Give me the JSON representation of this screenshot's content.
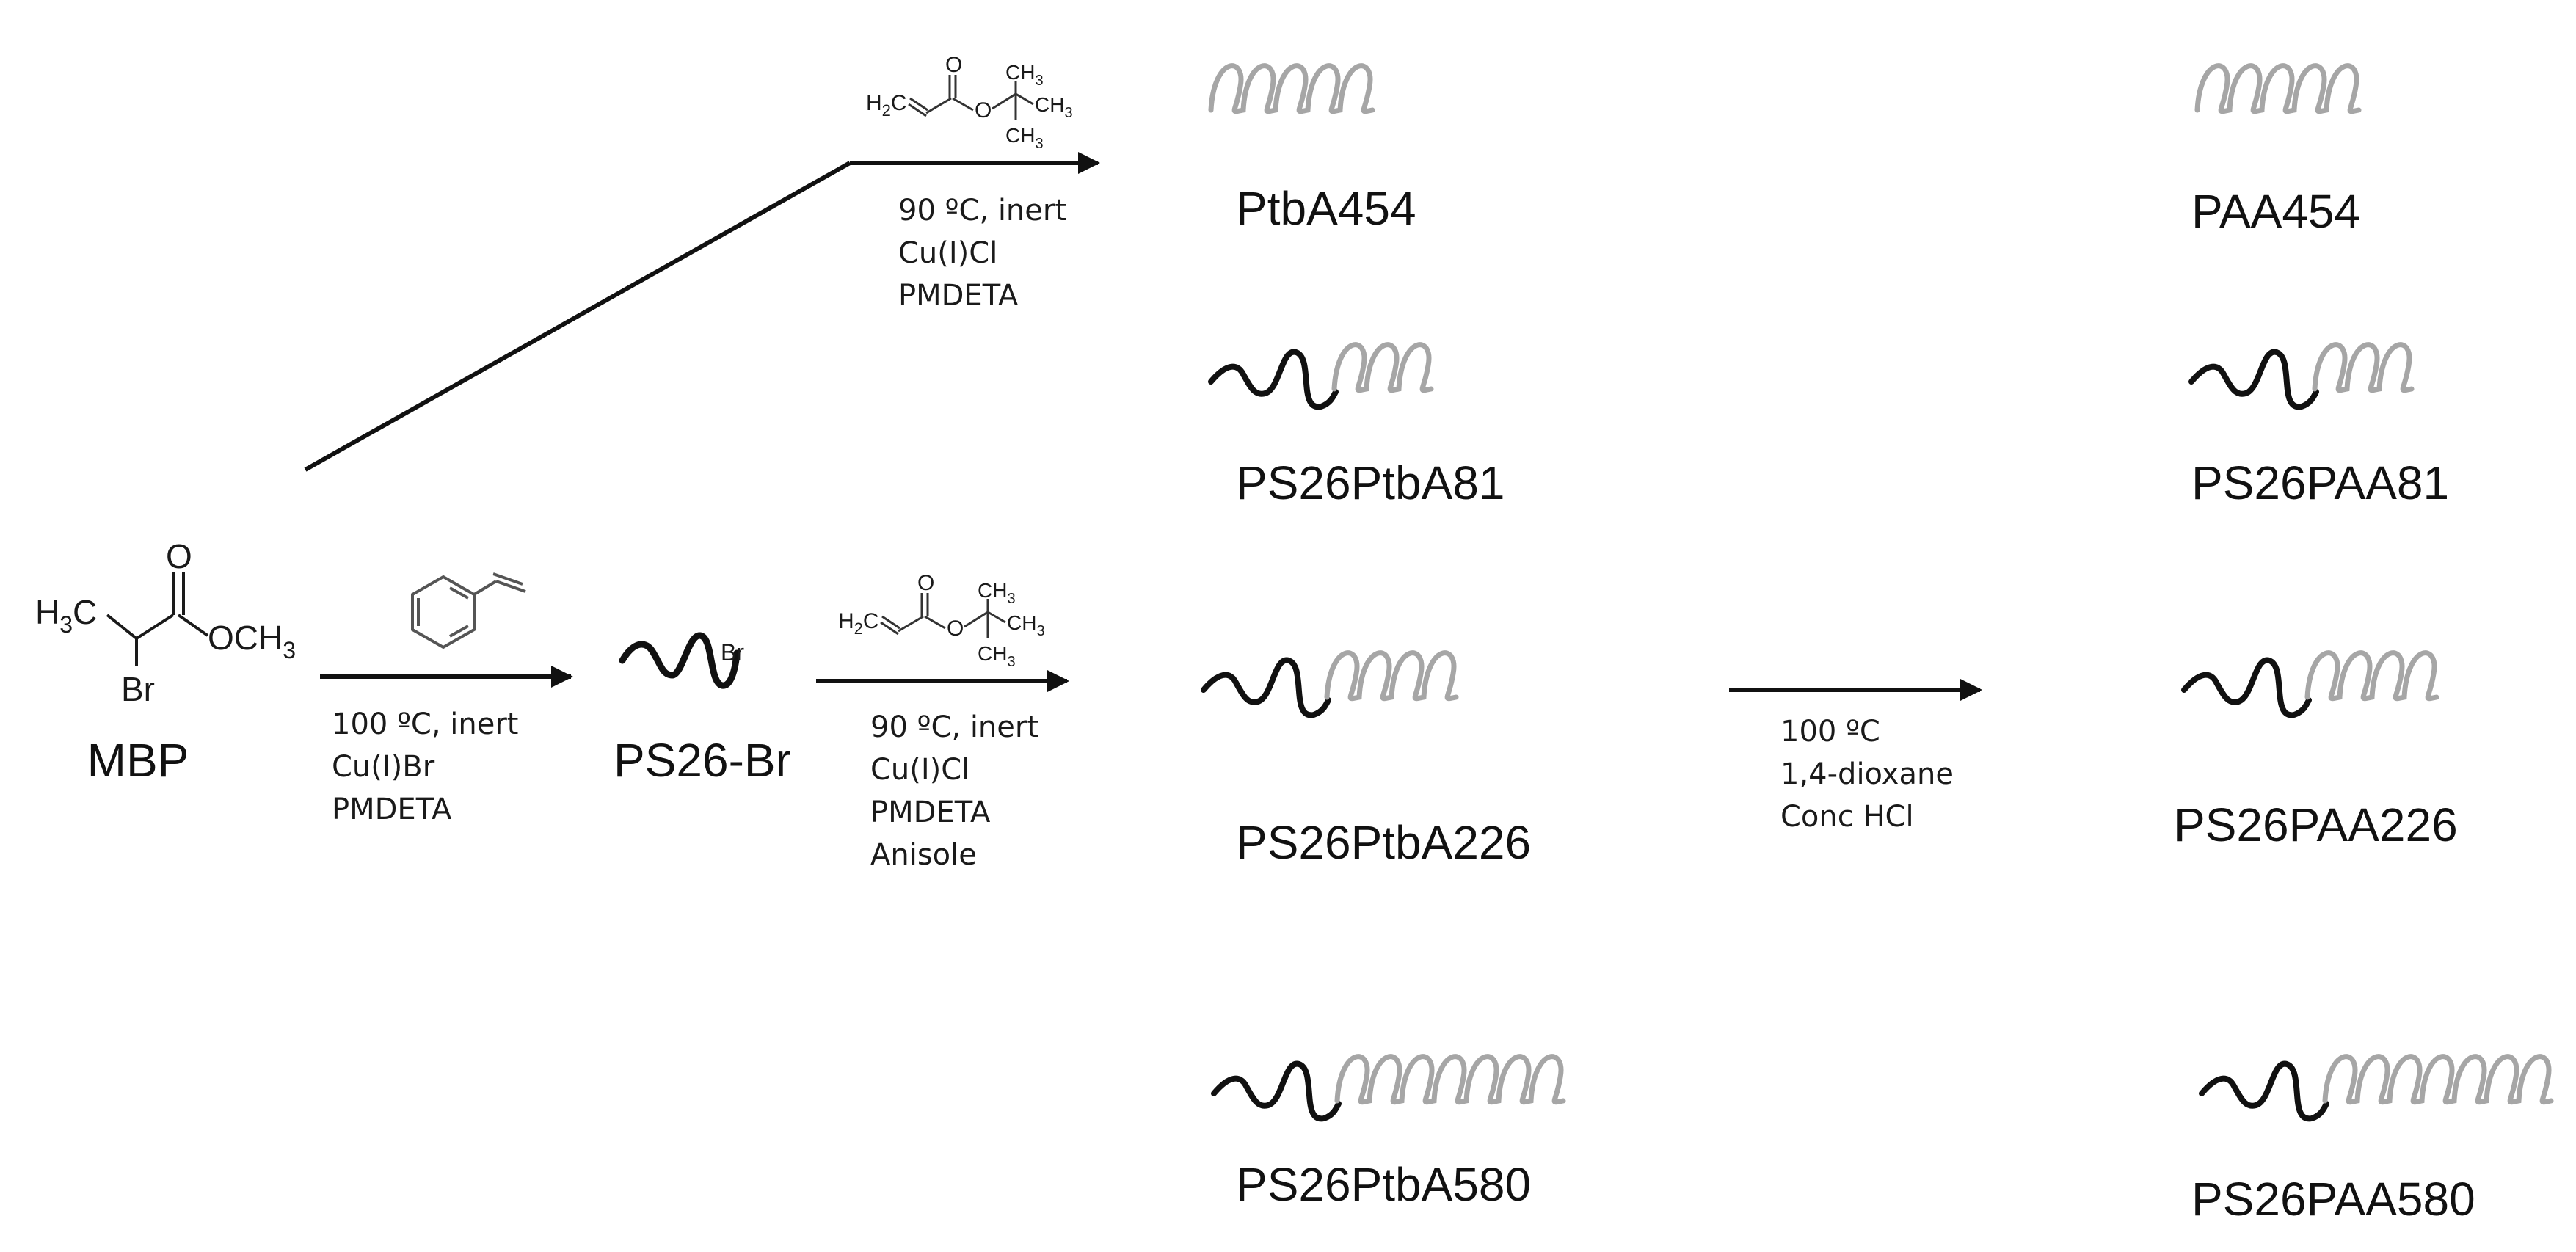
{
  "colors": {
    "ink": "#111111",
    "ps_block": "#111111",
    "ptba_block": "#a6a6a6"
  },
  "mbp": {
    "label": "MBP",
    "h3c": "H",
    "h3c_sub": "3",
    "h3c_c": "C",
    "carbonyl_o": "O",
    "och3": "OCH",
    "och3_sub": "3",
    "br": "Br"
  },
  "styrene_step": {
    "line1": "100 ºC, inert",
    "line2": "Cu(I)Br",
    "line3": "PMDETA"
  },
  "macroinitiator": {
    "label": "PS26-Br",
    "br": "Br"
  },
  "tba_monomer": {
    "h2c": "H",
    "h2c_sub": "2",
    "h2c_c": "C",
    "o_carbonyl": "O",
    "o_ester": "O",
    "ch3_top": "CH",
    "ch3_right": "CH",
    "ch3_bottom": "CH",
    "ch3_sub": "3"
  },
  "homopolymer_step": {
    "line1": "90 ºC, inert",
    "line2": "Cu(I)Cl",
    "line3": "PMDETA"
  },
  "block_step": {
    "line1": "90 ºC, inert",
    "line2": "Cu(I)Cl",
    "line3": "PMDETA",
    "line4": "Anisole"
  },
  "hydrolysis_step": {
    "line1": "100 ºC",
    "line2": "1,4-dioxane",
    "line3": "Conc HCl"
  },
  "products_ptba": [
    "PtbA454",
    "PS26PtbA81",
    "PS26PtbA226",
    "PS26PtbA580"
  ],
  "products_paa": [
    "PAA454",
    "PS26PAA81",
    "PS26PAA226",
    "PS26PAA580"
  ],
  "coil_loops": [
    5,
    3,
    4,
    7
  ]
}
